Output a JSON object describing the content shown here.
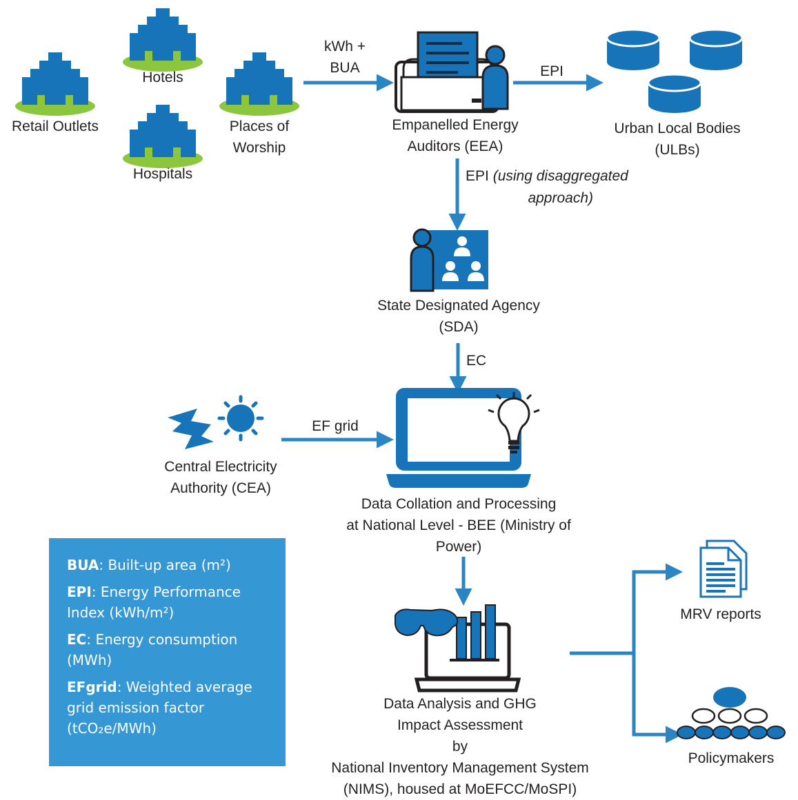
{
  "nodes": {
    "retail_outlets": "Retail Outlets",
    "hotels": "Hotels",
    "hospitals": "Hospitals",
    "places_of_worship": [
      "Places of",
      "Worship"
    ],
    "eea": [
      "Empanelled Energy",
      "Auditors (EEA)"
    ],
    "ulbs": [
      "Urban Local Bodies",
      "(ULBs)"
    ],
    "sda": [
      "State Designated Agency",
      "(SDA)"
    ],
    "cea": [
      "Central Electricity",
      "Authority (CEA)"
    ],
    "bee": [
      "Data Collation and Processing",
      "at National Level - BEE (Ministry of",
      "Power)"
    ],
    "nims": [
      "Data Analysis and GHG",
      "Impact Assessment",
      "by",
      "National Inventory Management System",
      "(NIMS), housed at MoEFCC/MoSPI)"
    ],
    "mrv_reports": "MRV reports",
    "policymakers": "Policymakers"
  },
  "edges": {
    "buildings_to_eea": [
      "kWh +",
      "BUA"
    ],
    "eea_to_ulbs": "EPI",
    "eea_to_sda": "EPI",
    "eea_to_sda_note": [
      "(using disaggregated",
      "approach)"
    ],
    "sda_to_bee": "EC",
    "cea_to_bee": "EF grid"
  },
  "legend": [
    {
      "term": "BUA",
      "text": ": Built-up area (m²)"
    },
    {
      "term": "EPI",
      "text": ": Energy Performance Index (kWh/m²)"
    },
    {
      "term": "EC",
      "text": ": Energy consumption (MWh)"
    },
    {
      "term": "EFgrid",
      "text": ": Weighted average grid emission factor (tCO₂e/MWh)"
    }
  ],
  "colors": {
    "icon_blue": "#1874b9",
    "arrow_blue": "#2b85c3",
    "grass_green": "#8cc63f",
    "legend_bg": "#3597d3",
    "legend_text": "#ffffff",
    "label_text": "#231f20"
  }
}
